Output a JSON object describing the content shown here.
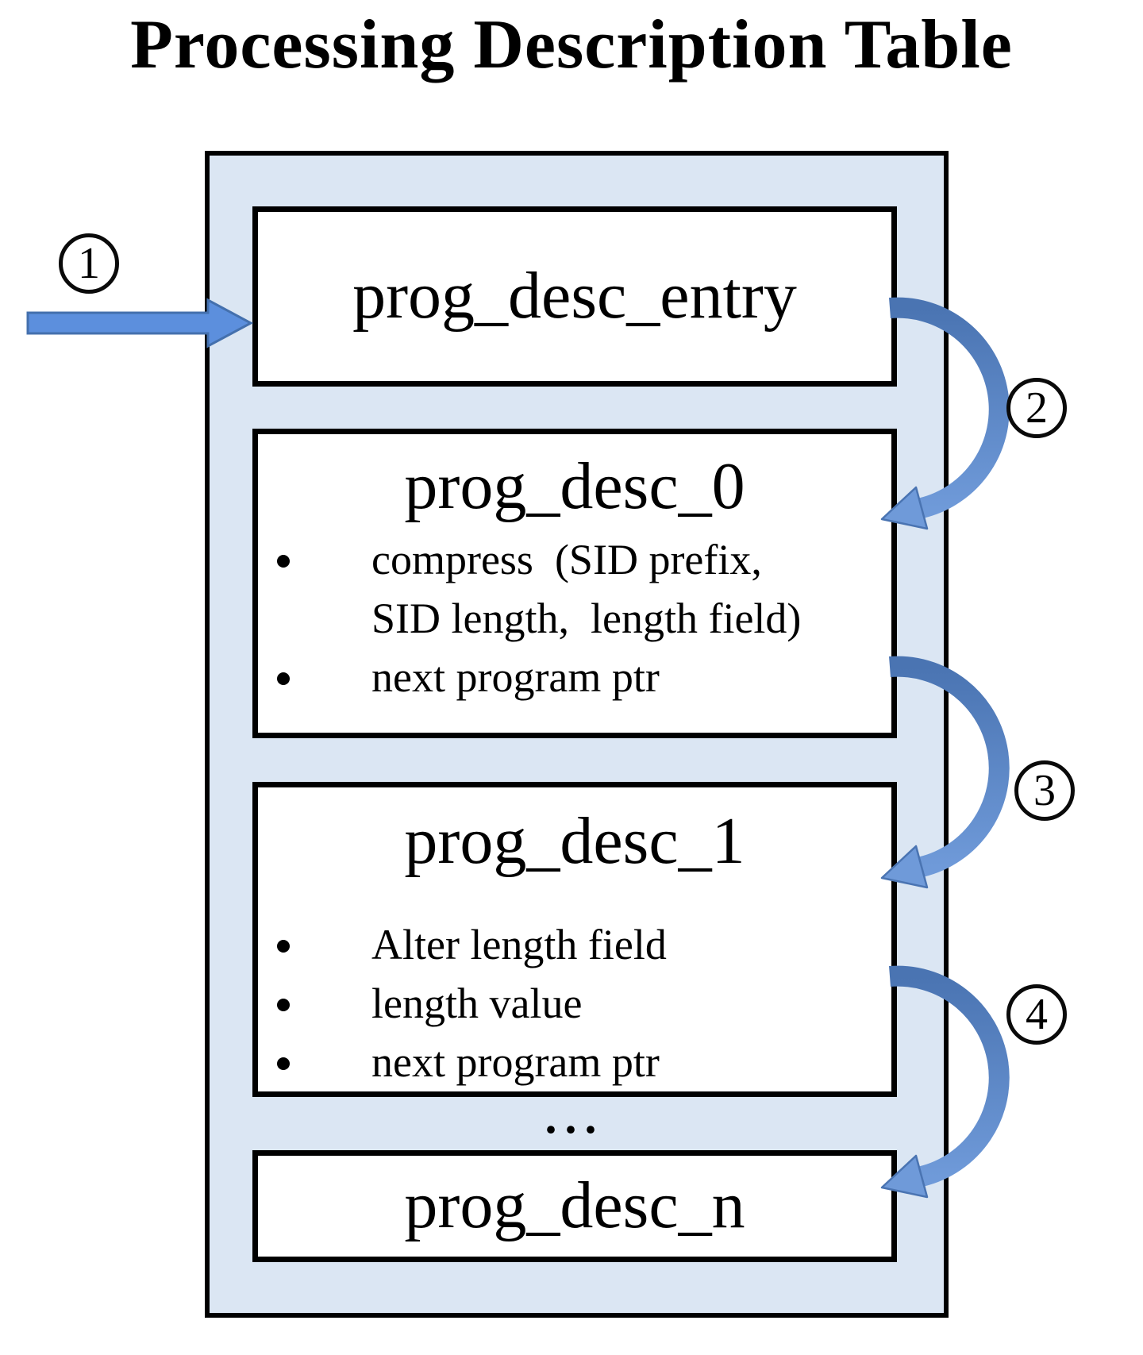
{
  "title": "Processing Description Table",
  "steps": [
    {
      "label": "1"
    },
    {
      "label": "2"
    },
    {
      "label": "3"
    },
    {
      "label": "4"
    }
  ],
  "table": {
    "ellipsis": "...",
    "boxes": [
      {
        "title": "prog_desc_entry",
        "bullets": []
      },
      {
        "title": "prog_desc_0",
        "bullets": [
          "compress  (SID prefix,\nSID length,  length field)",
          "next program ptr"
        ]
      },
      {
        "title": "prog_desc_1",
        "bullets": [
          "Alter length field",
          "length value",
          "next program ptr"
        ]
      },
      {
        "title": "prog_desc_n",
        "bullets": []
      }
    ]
  },
  "colors": {
    "container_fill": "#dbe6f3",
    "arrow_fill": "#5c8fdd",
    "arrow_stroke": "#4470ad",
    "arc_dark": "#4a74b2",
    "arc_light": "#6f9ad9",
    "border_black": "#000000"
  }
}
